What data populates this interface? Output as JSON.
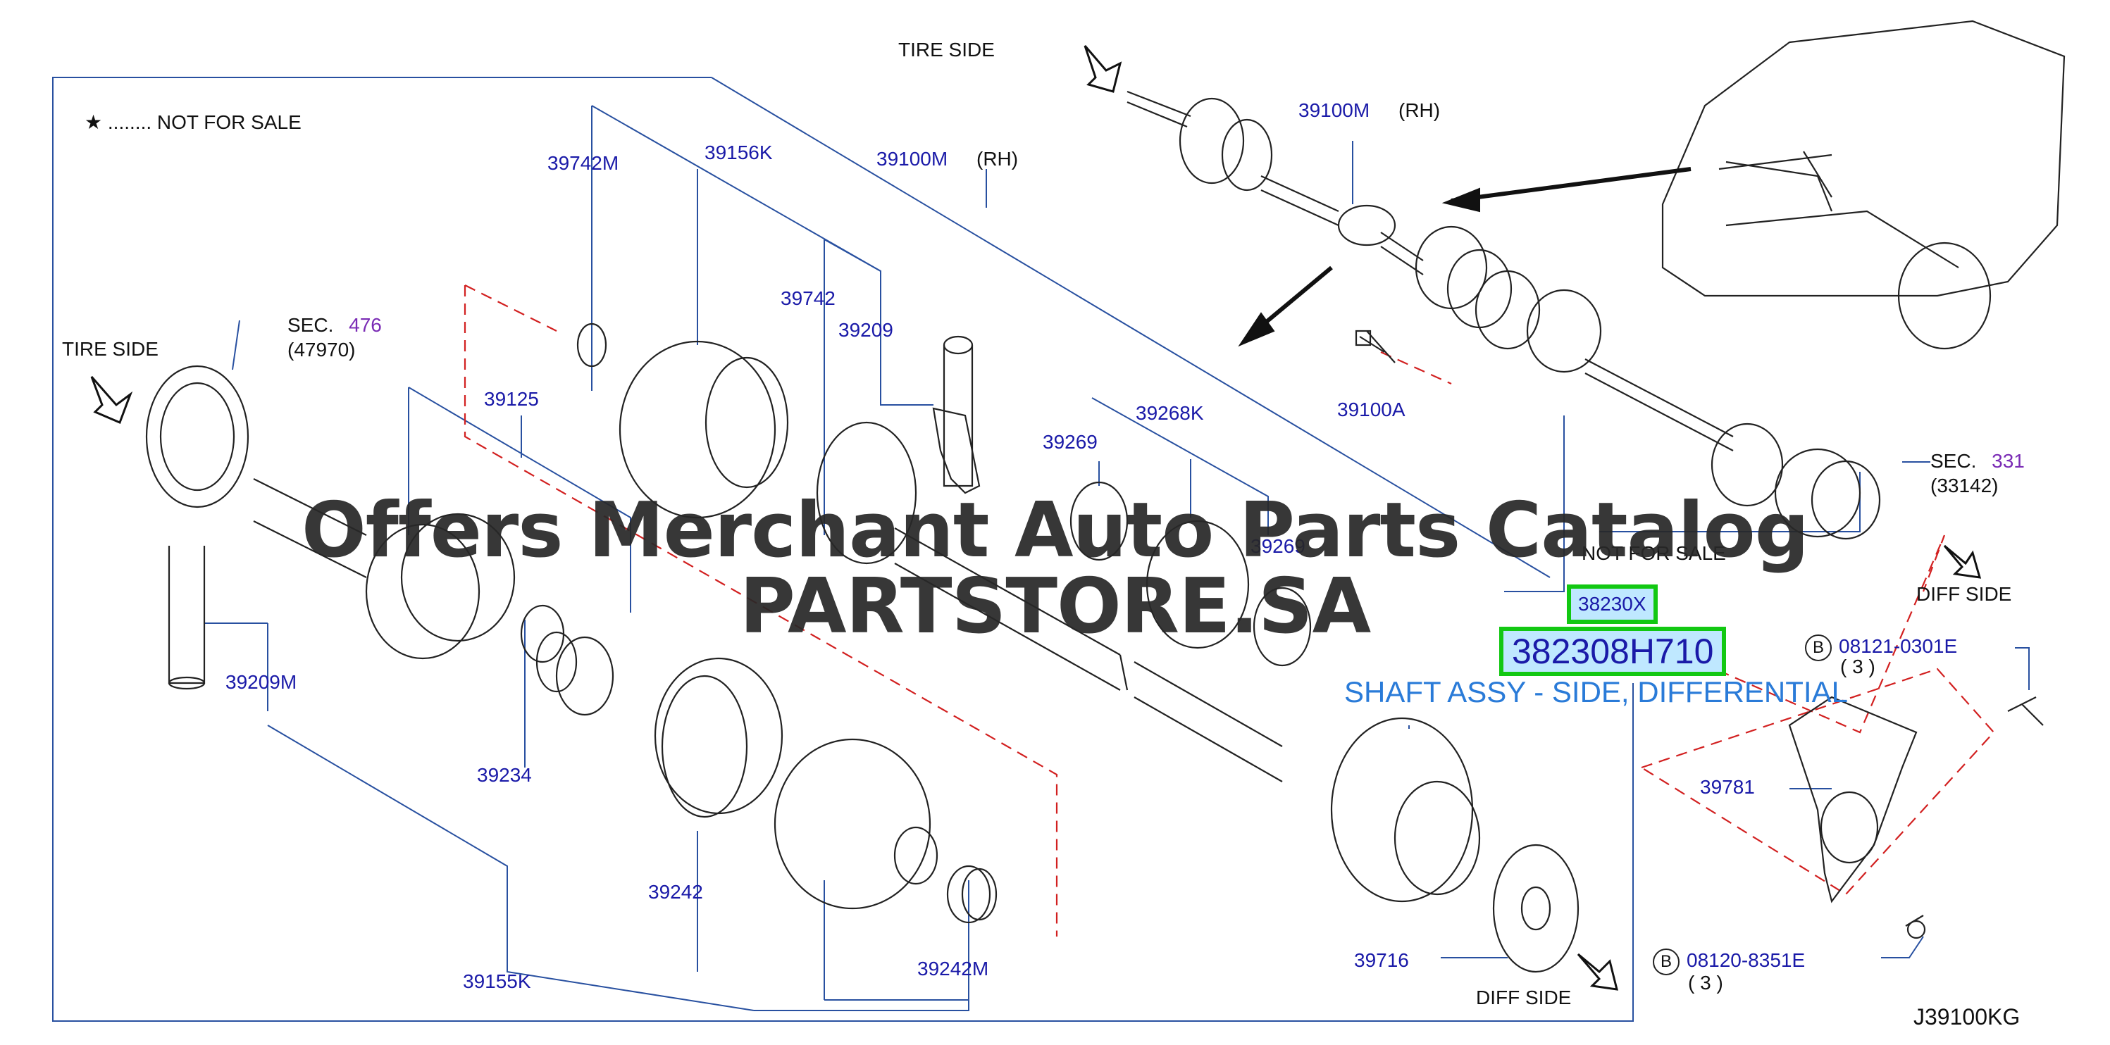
{
  "legend": {
    "star": "★",
    "text": "........ NOT FOR SALE"
  },
  "side_labels": {
    "tire_side_top": "TIRE SIDE",
    "tire_side_left": "TIRE SIDE",
    "diff_side_right": "DIFF SIDE",
    "diff_side_bottom": "DIFF SIDE",
    "not_for_sale": "NOT FOR SALE"
  },
  "parts": {
    "p39742m": "39742M",
    "p39156k": "39156K",
    "p39100m_a": "39100M",
    "rh_a": "(RH)",
    "p39100m_b": "39100M",
    "rh_b": "(RH)",
    "p39742": "39742",
    "p39209": "39209",
    "p39125": "39125",
    "p39269": "39269",
    "p39268k": "39268K",
    "p39269b": "39269",
    "p39100a": "39100A",
    "p39209m": "39209M",
    "p39234": "39234",
    "p39242": "39242",
    "p39155k": "39155K",
    "p39242m": "39242M",
    "p39716": "39716",
    "p39781": "39781",
    "p08121": "08121-0301E",
    "q3a": "( 3 )",
    "p08120": "08120-8351E",
    "q3b": "( 3 )",
    "bolt_ref": "B"
  },
  "sections": {
    "sec_left": "SEC.",
    "sec_left_num": "476",
    "sec_left_sub": "(47970)",
    "sec_right": "SEC.",
    "sec_right_num": "331",
    "sec_right_sub": "(33142)"
  },
  "highlight": {
    "part": "38230X",
    "number": "382308H710",
    "description": "SHAFT ASSY - SIDE, DIFFERENTIAL"
  },
  "watermark": "Offers Merchant Auto Parts Catalog PARTSTORE.SA",
  "diagram_code": "J39100KG",
  "colors": {
    "part_number": "#1a1aa8",
    "section_number": "#7a2bb5",
    "highlight_border": "#12c812",
    "highlight_fill": "#bfe8ff",
    "description": "#2a7bd8",
    "dashed_line": "#d22020",
    "leader_line": "#2850a0"
  }
}
